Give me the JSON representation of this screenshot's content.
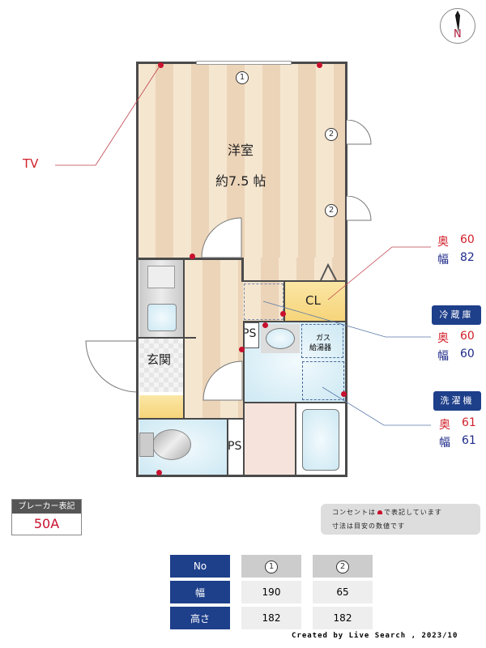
{
  "compass": {
    "label": "N"
  },
  "rooms": {
    "western_room": {
      "name": "洋室",
      "size": "約7.5 帖"
    },
    "entrance": {
      "name": "玄関"
    },
    "closet": {
      "name": "CL"
    },
    "ps_upper": {
      "name": "PS"
    },
    "ps_lower": {
      "name": "PS"
    },
    "water_heater": {
      "name_line1": "ガス",
      "name_line2": "給湯器"
    }
  },
  "window_markers": {
    "one": "1",
    "two_a": "2",
    "two_b": "2"
  },
  "callouts": {
    "tv": {
      "label": "TV"
    },
    "closet_dims": {
      "depth_label": "奥",
      "depth": "60",
      "width_label": "幅",
      "width": "82"
    },
    "fridge": {
      "title": "冷蔵庫",
      "depth_label": "奥",
      "depth": "60",
      "width_label": "幅",
      "width": "60"
    },
    "washer": {
      "title": "洗濯機",
      "depth_label": "奥",
      "depth": "61",
      "width_label": "幅",
      "width": "61"
    }
  },
  "breaker": {
    "title": "ブレーカー表記",
    "value": "50A"
  },
  "note": {
    "line1_pre": "コンセントは",
    "line1_post": "で表記しています",
    "line2": "寸法は目安の数値です"
  },
  "window_table": {
    "headers": [
      "No",
      "1",
      "2"
    ],
    "rows": [
      {
        "label": "幅",
        "values": [
          "190",
          "65"
        ]
      },
      {
        "label": "高さ",
        "values": [
          "182",
          "182"
        ]
      }
    ]
  },
  "credit": "Created by Live Search , 2023/10",
  "colors": {
    "accent_navy": "#1e3f8a",
    "outlet_red": "#c8102e",
    "dim_red": "#d11f2a"
  }
}
